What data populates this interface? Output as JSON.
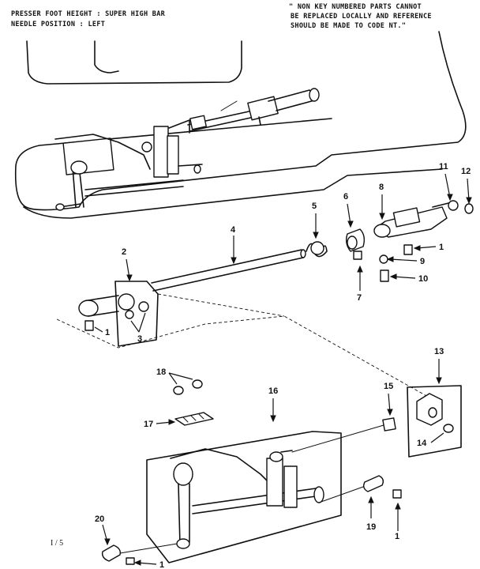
{
  "header": {
    "line1": "PRESSER FOOT HEIGHT : SUPER HIGH BAR",
    "line2": "NEEDLE POSITION : LEFT"
  },
  "note": {
    "line1": "\" NON KEY NUMBERED PARTS CANNOT",
    "line2": "BE REPLACED LOCALLY AND REFERENCE",
    "line3": "SHOULD BE MADE TO CODE NT.\""
  },
  "callouts": {
    "c1a": "1",
    "c1b": "1",
    "c1c": "1",
    "c2": "2",
    "c3": "3",
    "c4": "4",
    "c5": "5",
    "c6": "6",
    "c7": "7",
    "c8": "8",
    "c9": "9",
    "c10": "10",
    "c11": "11",
    "c12": "12",
    "c13": "13",
    "c14": "14",
    "c15": "15",
    "c16": "16",
    "c17": "17",
    "c18": "18",
    "c19": "19",
    "c20": "20"
  },
  "page_label": "I / 5"
}
